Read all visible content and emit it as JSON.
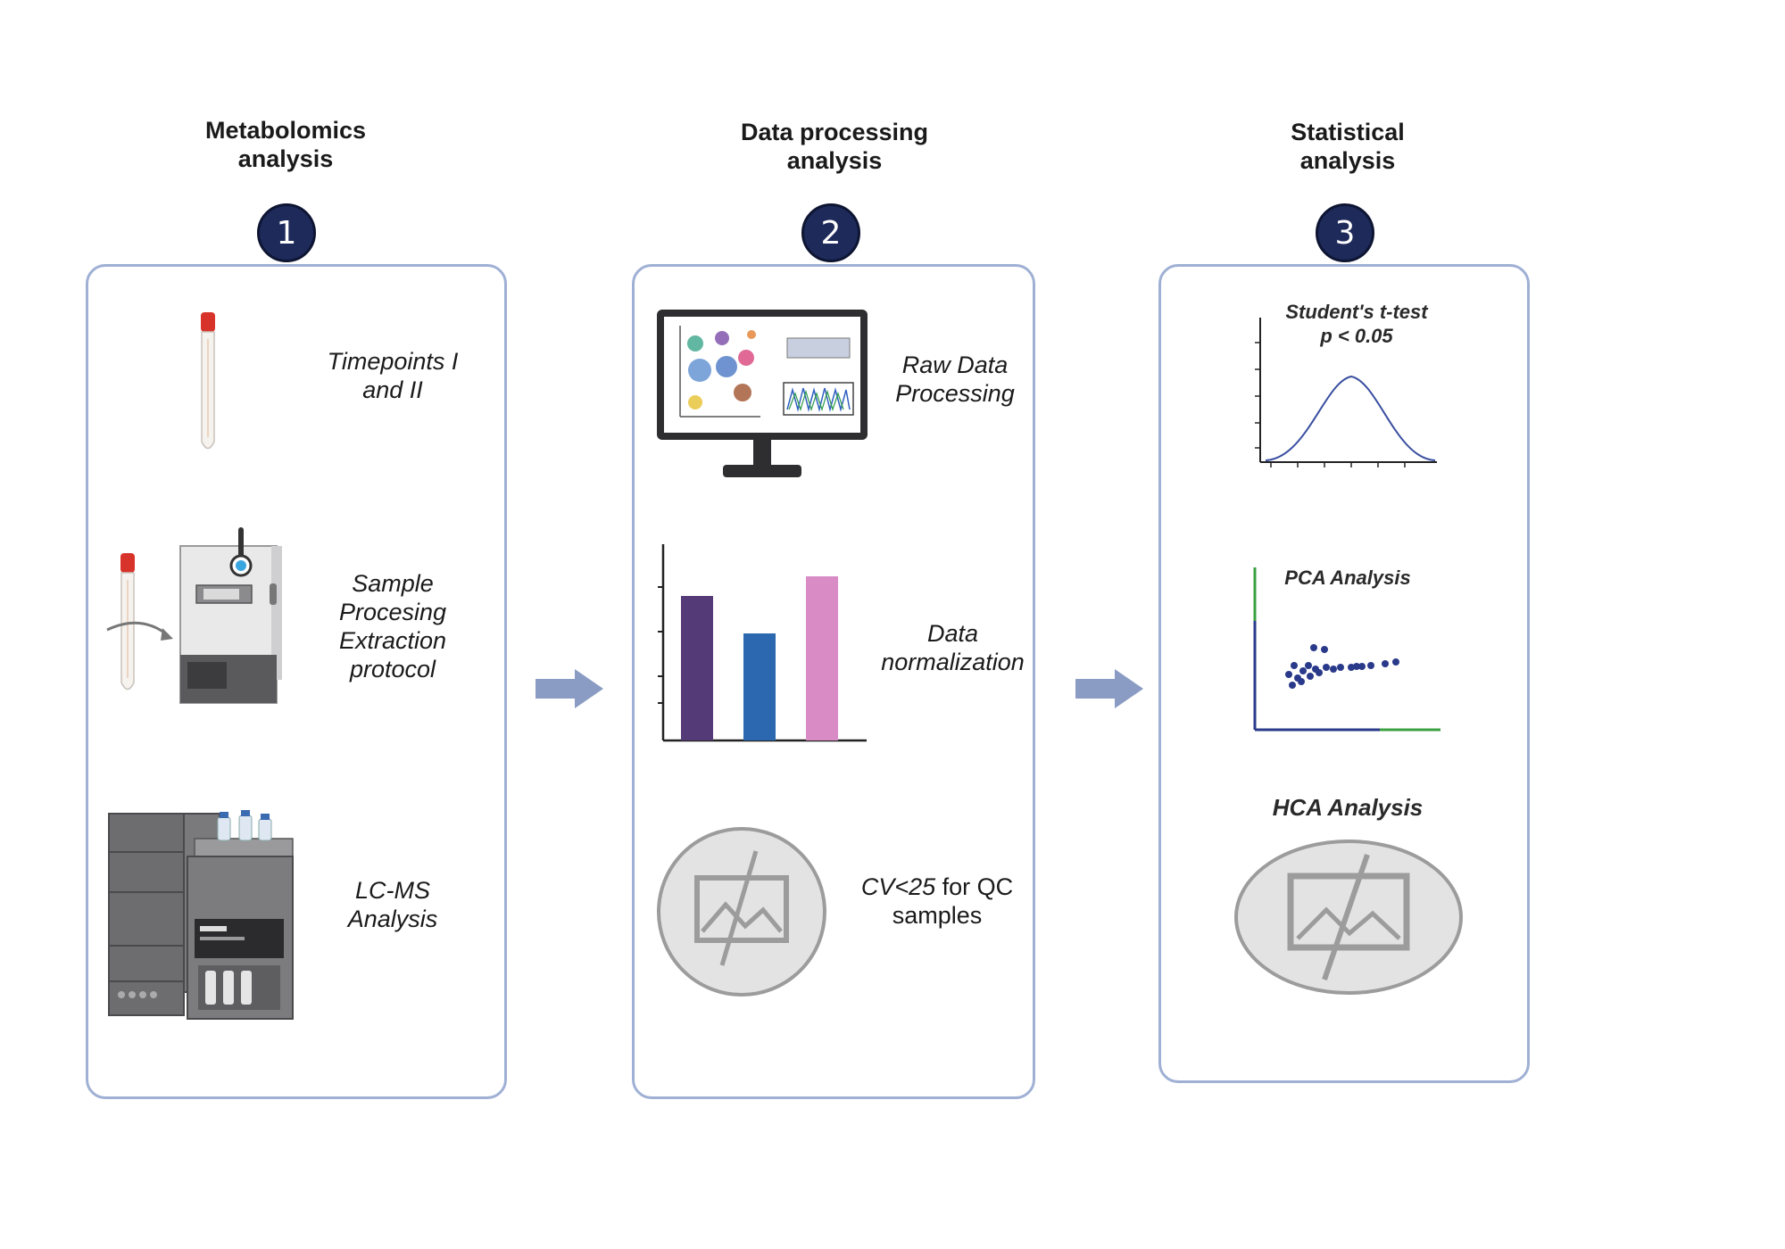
{
  "steps": [
    {
      "number": "1",
      "heading_line1": "Metabolomics",
      "heading_line2": "analysis"
    },
    {
      "number": "2",
      "heading_line1": "Data processing",
      "heading_line2": "analysis"
    },
    {
      "number": "3",
      "heading_line1": "Statistical",
      "heading_line2": "analysis"
    }
  ],
  "panel1": {
    "item1": {
      "line1": "Timepoints I",
      "line2": "and II"
    },
    "item2": {
      "line1": "Sample",
      "line2": "Procesing",
      "line3": "Extraction",
      "line4": "protocol"
    },
    "item3": {
      "line1": "LC-MS",
      "line2": "Analysis"
    }
  },
  "panel2": {
    "item1": {
      "line1": "Raw Data",
      "line2": "Processing"
    },
    "item2": {
      "line1": "Data",
      "line2": "normalization"
    },
    "item3": {
      "italic_part": "CV<25",
      "rest": " for QC",
      "line2": "samples"
    }
  },
  "panel3": {
    "ttest": {
      "line1": "Student's t-test",
      "line2": "p < 0.05"
    },
    "pca": {
      "title": "PCA Analysis"
    },
    "hca": {
      "title": "HCA Analysis"
    }
  },
  "colors": {
    "badge": "#1e2a5a",
    "panel_border": "#9fb0d4",
    "arrow": "#8a9cc4",
    "bar_purple": "#553a78",
    "bar_blue": "#2b68b0",
    "bar_pink": "#d98bc6",
    "pca_points": "#2a3a8a"
  },
  "icons": [
    "test-tube-icon",
    "freezer-icon",
    "lc-ms-instrument-icon",
    "monitor-icon",
    "bar-chart-icon",
    "missing-image-icon",
    "bell-curve-icon",
    "scatter-plot-icon"
  ]
}
